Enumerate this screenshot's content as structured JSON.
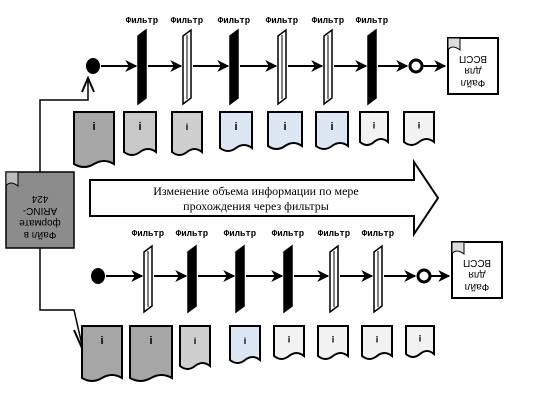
{
  "source": {
    "label": "Файл в формате ARINC-424"
  },
  "middle_arrow": {
    "line1": "Изменение объема информации по мере",
    "line2": "прохождения через фильтры"
  },
  "top_row": {
    "filter_label": "Фильтр",
    "filters": [
      "solid",
      "hollow",
      "solid",
      "hollow",
      "hollow",
      "solid"
    ],
    "output_label": {
      "line1": "Файл",
      "line2": "для",
      "line3": "ВССП"
    },
    "documents": [
      {
        "mark": "i",
        "fill": "#a6a6a6"
      },
      {
        "mark": "i",
        "fill": "#c8c8c8"
      },
      {
        "mark": "i",
        "fill": "#cfcfcf"
      },
      {
        "mark": "i",
        "fill": "#dde6f3"
      },
      {
        "mark": "i",
        "fill": "#dde6f3"
      },
      {
        "mark": "i",
        "fill": "#dde6f3"
      },
      {
        "mark": "i",
        "fill": "#f2f2f2"
      },
      {
        "mark": "i",
        "fill": "#f2f2f2"
      }
    ]
  },
  "bottom_row": {
    "filter_label": "Фильтр",
    "filters": [
      "hollow",
      "solid",
      "solid",
      "solid",
      "hollow",
      "hollow"
    ],
    "output_label": {
      "line1": "Файл",
      "line2": "для",
      "line3": "ВССП"
    },
    "documents": [
      {
        "mark": "i",
        "fill": "#a6a6a6"
      },
      {
        "mark": "i",
        "fill": "#a6a6a6"
      },
      {
        "mark": "i",
        "fill": "#cfcfcf"
      },
      {
        "mark": "i",
        "fill": "#dde6f3"
      },
      {
        "mark": "i",
        "fill": "#f2f2f2"
      },
      {
        "mark": "i",
        "fill": "#f2f2f2"
      },
      {
        "mark": "i",
        "fill": "#f2f2f2"
      },
      {
        "mark": "i",
        "fill": "#f2f2f2"
      }
    ]
  },
  "colors": {
    "source_box": "#8c8c8c",
    "stroke": "#000000"
  }
}
